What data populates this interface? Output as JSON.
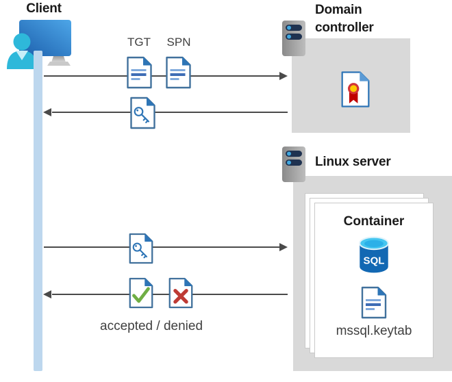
{
  "diagram": {
    "client": {
      "label": "Client"
    },
    "domain_controller": {
      "label": "Domain controller"
    },
    "linux_server": {
      "label": "Linux server"
    },
    "container": {
      "label": "Container",
      "sql_badge_text": "SQL",
      "keytab_label": "mssql.keytab"
    },
    "flow": {
      "tgt_label": "TGT",
      "spn_label": "SPN",
      "result_label": "accepted / denied"
    },
    "icons": {
      "client": "person-at-monitor-icon",
      "server": "rack-server-icon",
      "ticket_document": "document-icon",
      "key_document": "key-document-icon",
      "certificate_document": "certificate-icon",
      "accepted_document": "check-document-icon",
      "denied_document": "cross-document-icon",
      "database": "sql-database-icon"
    },
    "colors": {
      "document_blue": "#2e75b6",
      "person_cyan": "#2eb8da",
      "lifeline_blue": "#bdd7ee",
      "box_gray": "#d9d9d9",
      "check_green": "#6fae44",
      "cross_red": "#be3a34",
      "arrow_gray": "#4a4a4a",
      "certificate_red": "#d13438",
      "certificate_yellow": "#ffc900",
      "database_blue": "#1268b3",
      "database_cyan": "#45c6f0"
    }
  }
}
